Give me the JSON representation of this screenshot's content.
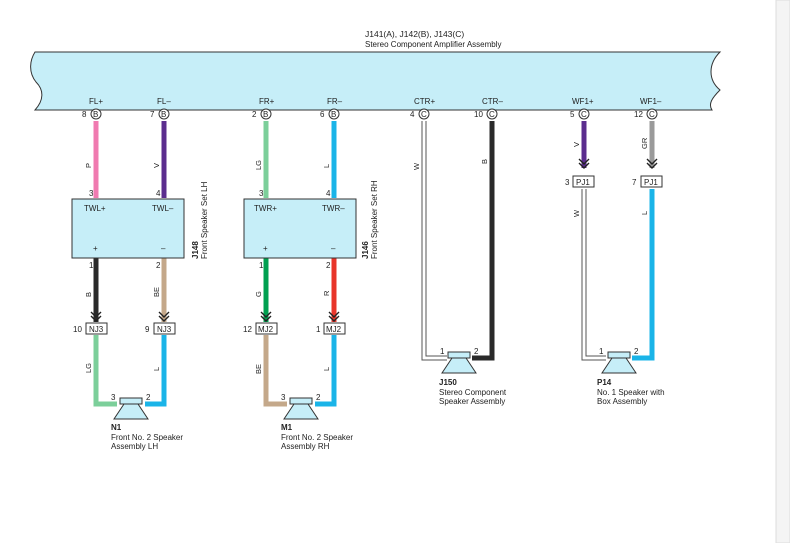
{
  "title": "J141(A), J142(B), J143(C)",
  "subtitle": "Stereo Component Amplifier Assembly",
  "colors": {
    "pink": "#f07ab0",
    "violet": "#5b2d8e",
    "lightgreen": "#7ccf9a",
    "blue": "#1ab4e8",
    "white": "#ffffff",
    "black": "#2a2a2a",
    "grey": "#9a9a9a",
    "beige": "#c4a88a",
    "green": "#00a050",
    "red": "#e8352a",
    "panel": "#c6eef8"
  },
  "terminals": [
    {
      "label": "FL+",
      "pin": "8",
      "letter": "B",
      "wire": "P"
    },
    {
      "label": "FL–",
      "pin": "7",
      "letter": "B",
      "wire": "V"
    },
    {
      "label": "FR+",
      "pin": "2",
      "letter": "B",
      "wire": "LG"
    },
    {
      "label": "FR–",
      "pin": "6",
      "letter": "B",
      "wire": "L"
    },
    {
      "label": "CTR+",
      "pin": "4",
      "letter": "C",
      "wire": "W"
    },
    {
      "label": "CTR–",
      "pin": "10",
      "letter": "C",
      "wire": "B"
    },
    {
      "label": "WF1+",
      "pin": "5",
      "letter": "C",
      "wire": "V"
    },
    {
      "label": "WF1–",
      "pin": "12",
      "letter": "C",
      "wire": "GR"
    }
  ],
  "speaker_sets": [
    {
      "code": "J148",
      "name": "Front Speaker Set LH",
      "in_left": "TWL+",
      "in_right": "TWL–",
      "pin_in_left": "3",
      "pin_in_right": "4",
      "out_left": "+",
      "out_right": "–",
      "pin_out_left": "1",
      "pin_out_right": "2",
      "wire_out_left": "B",
      "wire_out_right": "BE"
    },
    {
      "code": "J146",
      "name": "Front Speaker Set RH",
      "in_left": "TWR+",
      "in_right": "TWR–",
      "pin_in_left": "3",
      "pin_in_right": "4",
      "out_left": "+",
      "out_right": "–",
      "pin_out_left": "1",
      "pin_out_right": "2",
      "wire_out_left": "G",
      "wire_out_right": "R"
    }
  ],
  "connectors": {
    "nj3_a": {
      "pin": "10",
      "label": "NJ3",
      "wire_below": "LG"
    },
    "nj3_b": {
      "pin": "9",
      "label": "NJ3",
      "wire_below": "L"
    },
    "mj2_a": {
      "pin": "12",
      "label": "MJ2",
      "wire_below": "BE"
    },
    "mj2_b": {
      "pin": "1",
      "label": "MJ2",
      "wire_below": "L"
    },
    "pj1_a": {
      "pin": "3",
      "label": "PJ1",
      "wire_below": "W"
    },
    "pj1_b": {
      "pin": "7",
      "label": "PJ1",
      "wire_below": "L"
    }
  },
  "speakers": [
    {
      "code": "N1",
      "line1": "Front No. 2 Speaker",
      "line2": "Assembly LH",
      "pin_left": "3",
      "pin_right": "2"
    },
    {
      "code": "M1",
      "line1": "Front No. 2 Speaker",
      "line2": "Assembly RH",
      "pin_left": "3",
      "pin_right": "2"
    },
    {
      "code": "J150",
      "line1": "Stereo Component",
      "line2": "Speaker Assembly",
      "pin_left": "1",
      "pin_right": "2"
    },
    {
      "code": "P14",
      "line1": "No. 1 Speaker with",
      "line2": "Box Assembly",
      "pin_left": "1",
      "pin_right": "2"
    }
  ]
}
